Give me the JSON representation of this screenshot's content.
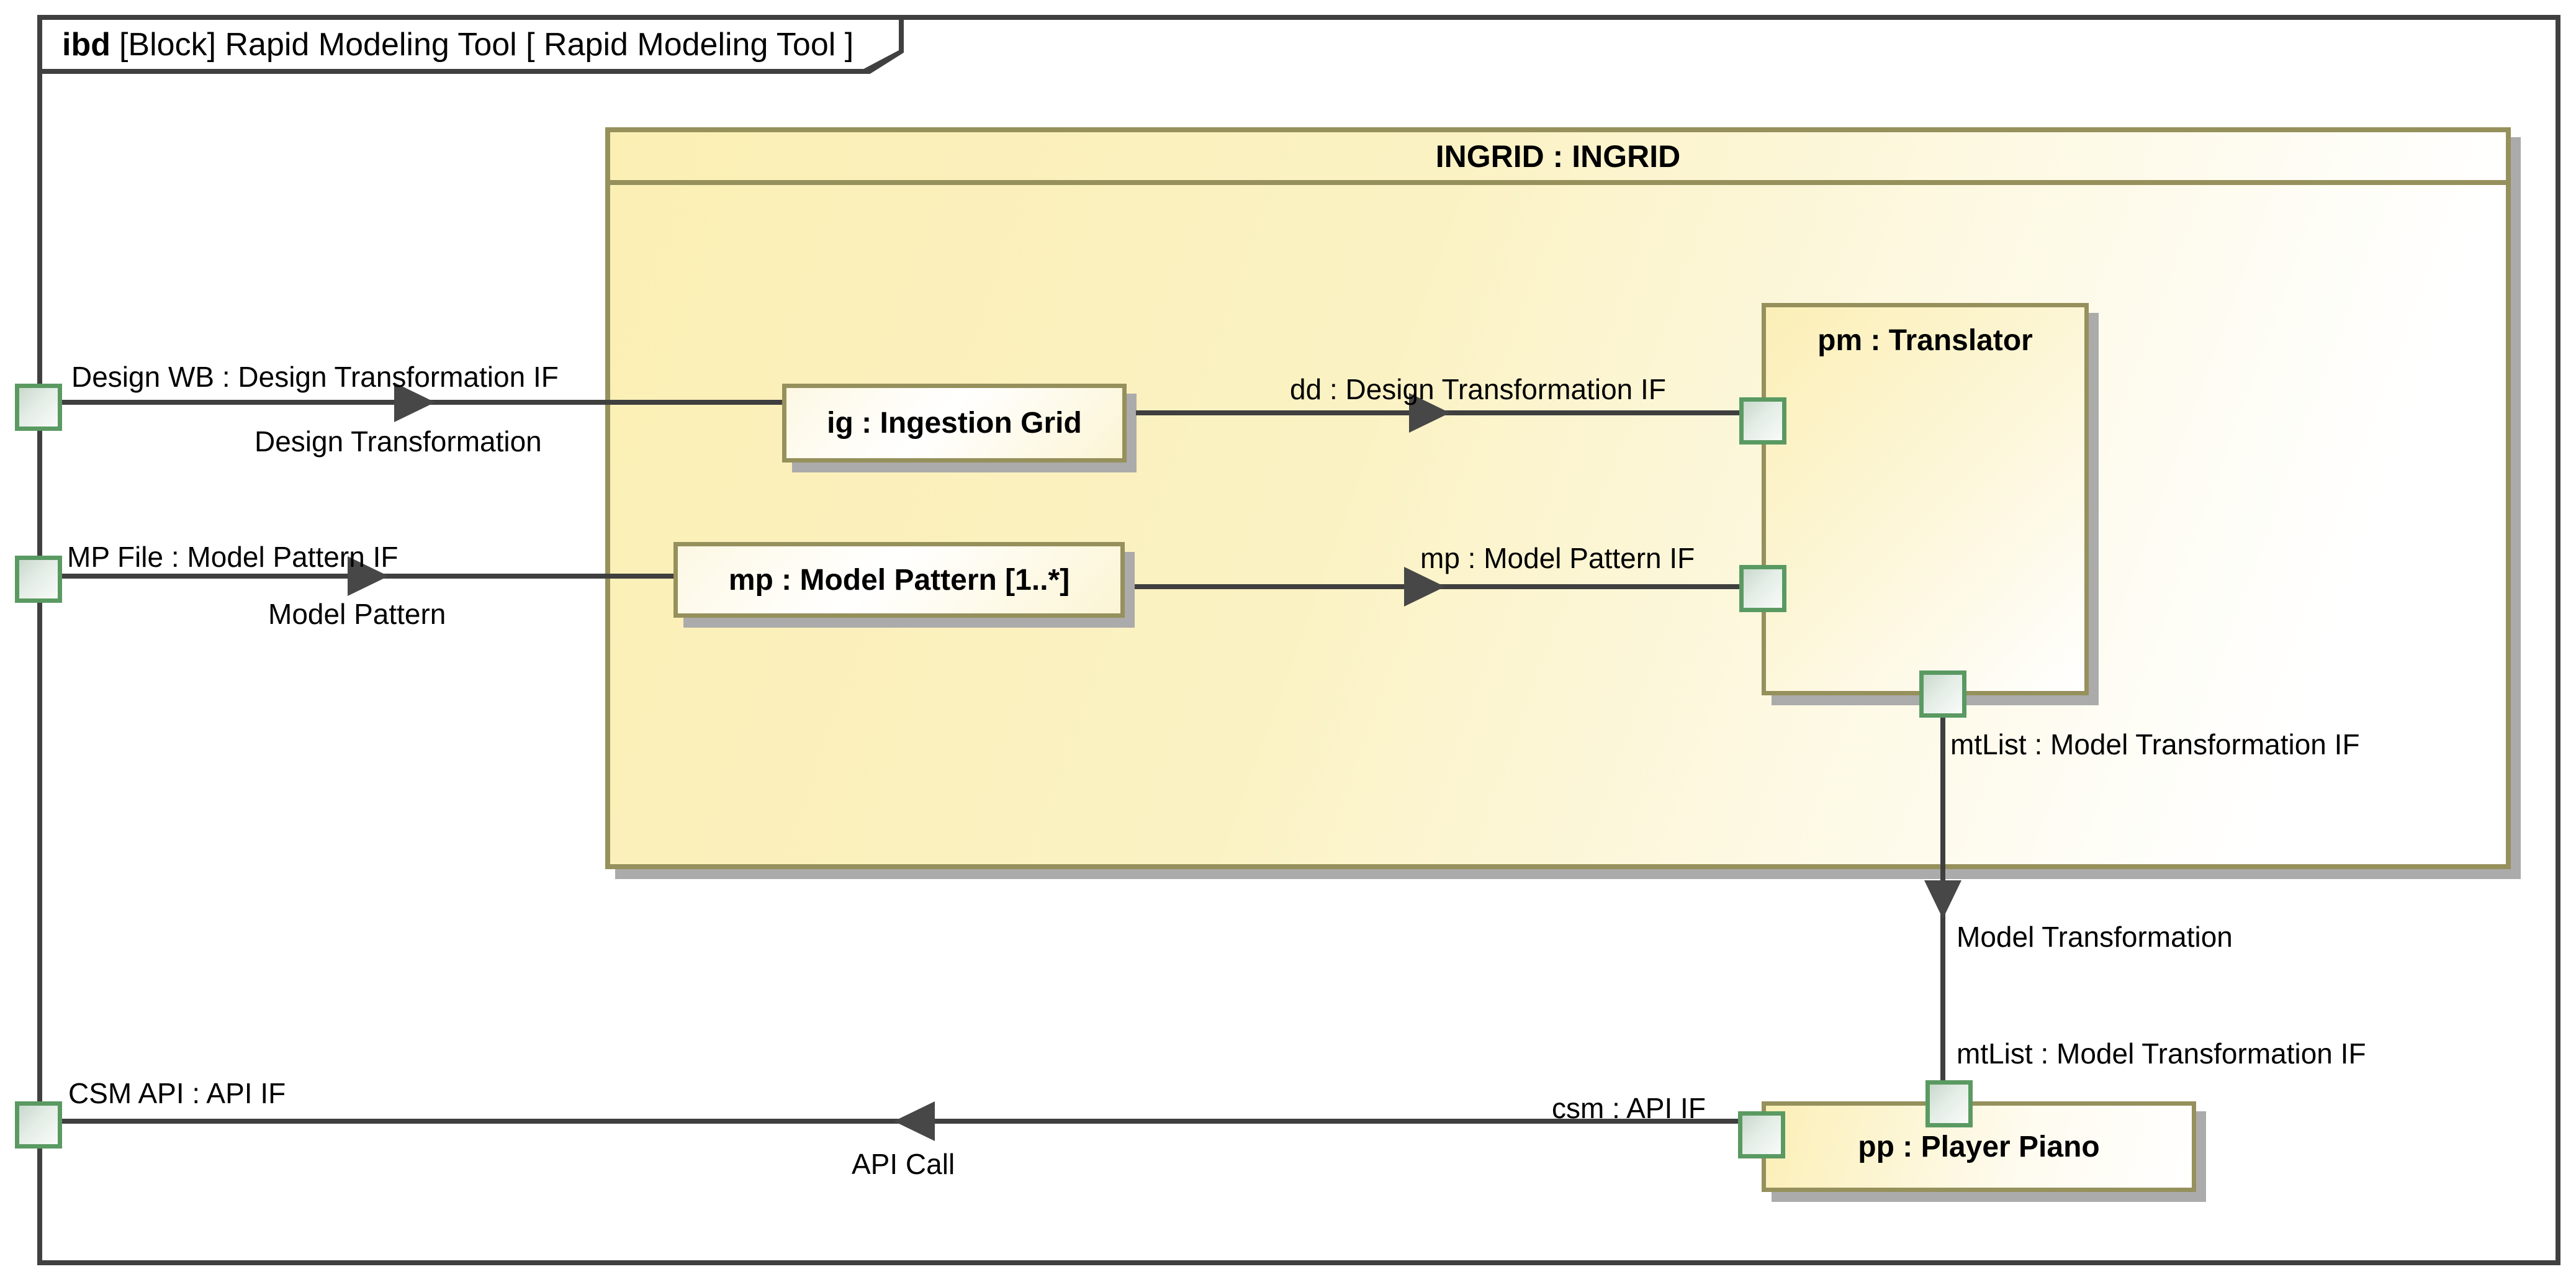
{
  "frame": {
    "tab_keyword": "ibd",
    "tab_title": "[Block] Rapid Modeling Tool [ Rapid Modeling Tool ]"
  },
  "blocks": {
    "ingrid": {
      "label": "INGRID : INGRID"
    },
    "ig": {
      "label": "ig : Ingestion Grid"
    },
    "mp": {
      "label": "mp : Model Pattern [1..*]"
    },
    "pm": {
      "label": "pm : Translator"
    },
    "pp": {
      "label": "pp : Player Piano"
    }
  },
  "connectors": [
    {
      "id": "design-transformation",
      "source_port_label": "Design WB : Design Transformation IF",
      "flow_label": "Design Transformation",
      "target_port_label": "dd : Design Transformation IF"
    },
    {
      "id": "model-pattern",
      "source_port_label": "MP File : Model Pattern IF",
      "flow_label": "Model Pattern",
      "target_port_label": "mp : Model Pattern IF"
    },
    {
      "id": "model-transformation",
      "source_port_label": "mtList : Model Transformation IF",
      "flow_label": "Model Transformation",
      "target_port_label": "mtList : Model Transformation IF"
    },
    {
      "id": "api-call",
      "source_port_label": "csm : API IF",
      "flow_label": "API Call",
      "target_port_label": "CSM API : API IF"
    }
  ],
  "colors": {
    "frame_border": "#404040",
    "block_border": "#96905C",
    "block_fill_yellow": "#FBEFB4",
    "port_border": "#5A9A62",
    "port_fill": "#C9D9CD",
    "wire": "#3F3F3F",
    "shadow": "#ABABAB"
  }
}
